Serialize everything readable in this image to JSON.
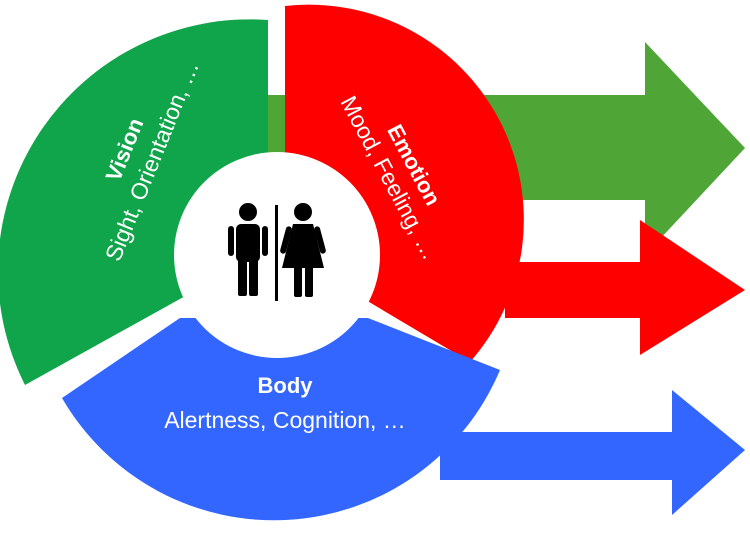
{
  "segments": {
    "vision": {
      "title": "Vision",
      "subtitle": "Sight, Orientation, …",
      "color": "#10A54A"
    },
    "emotion": {
      "title": "Emotion",
      "subtitle": "Mood, Feeling, …",
      "color": "#FF0000"
    },
    "body": {
      "title": "Body",
      "subtitle": "Alertness, Cognition, …",
      "color": "#3366FF"
    }
  },
  "arrows": {
    "green": "#4FA637",
    "red": "#FF0000",
    "blue": "#3366FF"
  },
  "center": {
    "icon": "restroom-people-icon",
    "background": "#FFFFFF",
    "icon_color": "#000000"
  }
}
